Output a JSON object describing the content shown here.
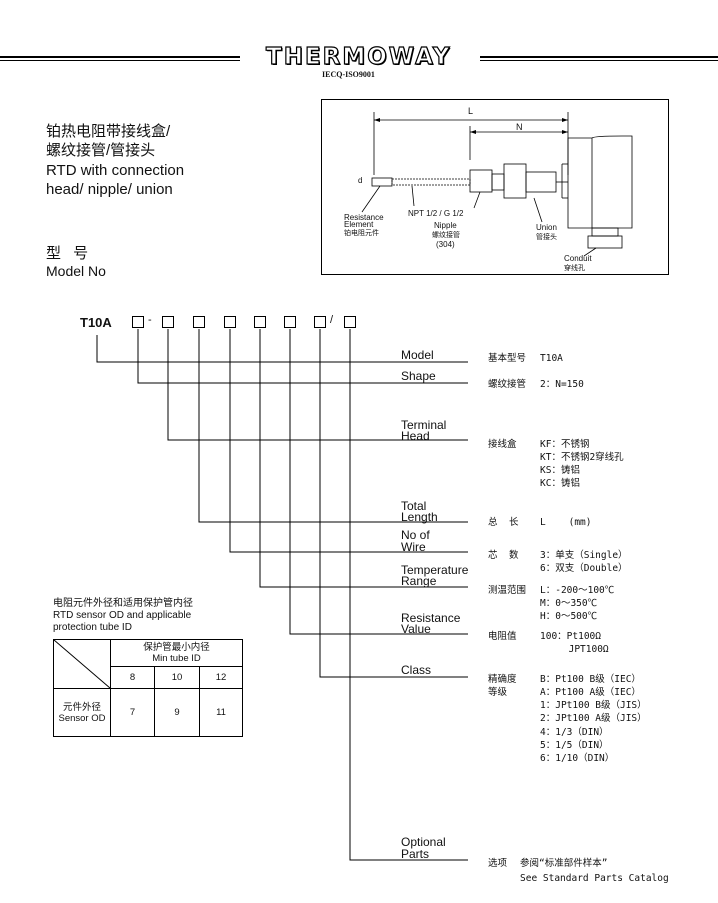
{
  "header": {
    "brand": "THERMOWAY",
    "certification": "IECQ-ISO9001"
  },
  "title": {
    "zh_line1": "铂热电阻带接线盒/",
    "zh_line2": "螺纹接管/管接头",
    "en_line1": "RTD with connection",
    "en_line2": "head/ nipple/ union"
  },
  "model_no": {
    "zh": "型 号",
    "en": "Model No"
  },
  "drawing": {
    "dim_L": "L",
    "dim_N": "N",
    "dim_d": "d",
    "resistance_en_1": "Resistance",
    "resistance_en_2": "Element",
    "resistance_zh": "铂电阻元件",
    "nipple_spec": "NPT 1/2 / G 1/2",
    "nipple_en": "Nipple",
    "nipple_zh": "螺纹接管",
    "nipple_material": "(304)",
    "union_en": "Union",
    "union_zh": "管接头",
    "conduit_en": "Conduit",
    "conduit_zh": "穿线孔"
  },
  "code": {
    "prefix": "T10A",
    "dash": "-",
    "slash": "/"
  },
  "branches": [
    {
      "label1": "Model",
      "label2": "",
      "zh": "基本型号",
      "values": [
        "T10A"
      ]
    },
    {
      "label1": "Shape",
      "label2": "",
      "zh": "螺纹接管",
      "values": [
        "2：N=150"
      ]
    },
    {
      "label1": "Terminal",
      "label2": "Head",
      "zh": "接线盒",
      "values": [
        "KF：不锈钢",
        "KT：不锈钢2穿线孔",
        "KS：铸铝",
        "KC：铸铝"
      ]
    },
    {
      "label1": "Total",
      "label2": "Length",
      "zh": "总  长",
      "values": [
        "L    (mm)"
      ]
    },
    {
      "label1": "No of",
      "label2": "Wire",
      "zh": "芯  数",
      "values": [
        "3：单支（Single）",
        "6：双支（Double）"
      ]
    },
    {
      "label1": "Temperature",
      "label2": "Range",
      "zh": "测温范围",
      "values": [
        "L：-200～100℃",
        "M：0～350℃",
        "H：0～500℃"
      ]
    },
    {
      "label1": "Resistance",
      "label2": "Value",
      "zh": "电阻值",
      "values": [
        "100：Pt100Ω",
        "     JPT100Ω"
      ]
    },
    {
      "label1": "Class",
      "label2": "",
      "zh": "精确度",
      "zh2": "等级",
      "values": [
        "B：Pt100 B级（IEC）",
        "A：Pt100 A级（IEC）",
        "1：JPt100 B级（JIS）",
        "2：JPt100 A级（JIS）",
        "4：1/3（DIN）",
        "5：1/5（DIN）",
        "6：1/10（DIN）"
      ]
    },
    {
      "label1": "Optional",
      "label2": "Parts",
      "zh": "选项",
      "values": [
        "参阅“标准部件样本”"
      ],
      "note": "See Standard Parts Catalog"
    }
  ],
  "sensor_table": {
    "note_zh": "电阻元件外径和适用保护管内径",
    "note_en1": "RTD sensor OD and applicable",
    "note_en2": "protection tube ID",
    "header_zh": "保护管最小内径",
    "header_en": "Min tube ID",
    "columns": [
      "8",
      "10",
      "12"
    ],
    "row_label_zh": "元件外径",
    "row_label_en": "Sensor OD",
    "values": [
      "7",
      "9",
      "11"
    ]
  }
}
